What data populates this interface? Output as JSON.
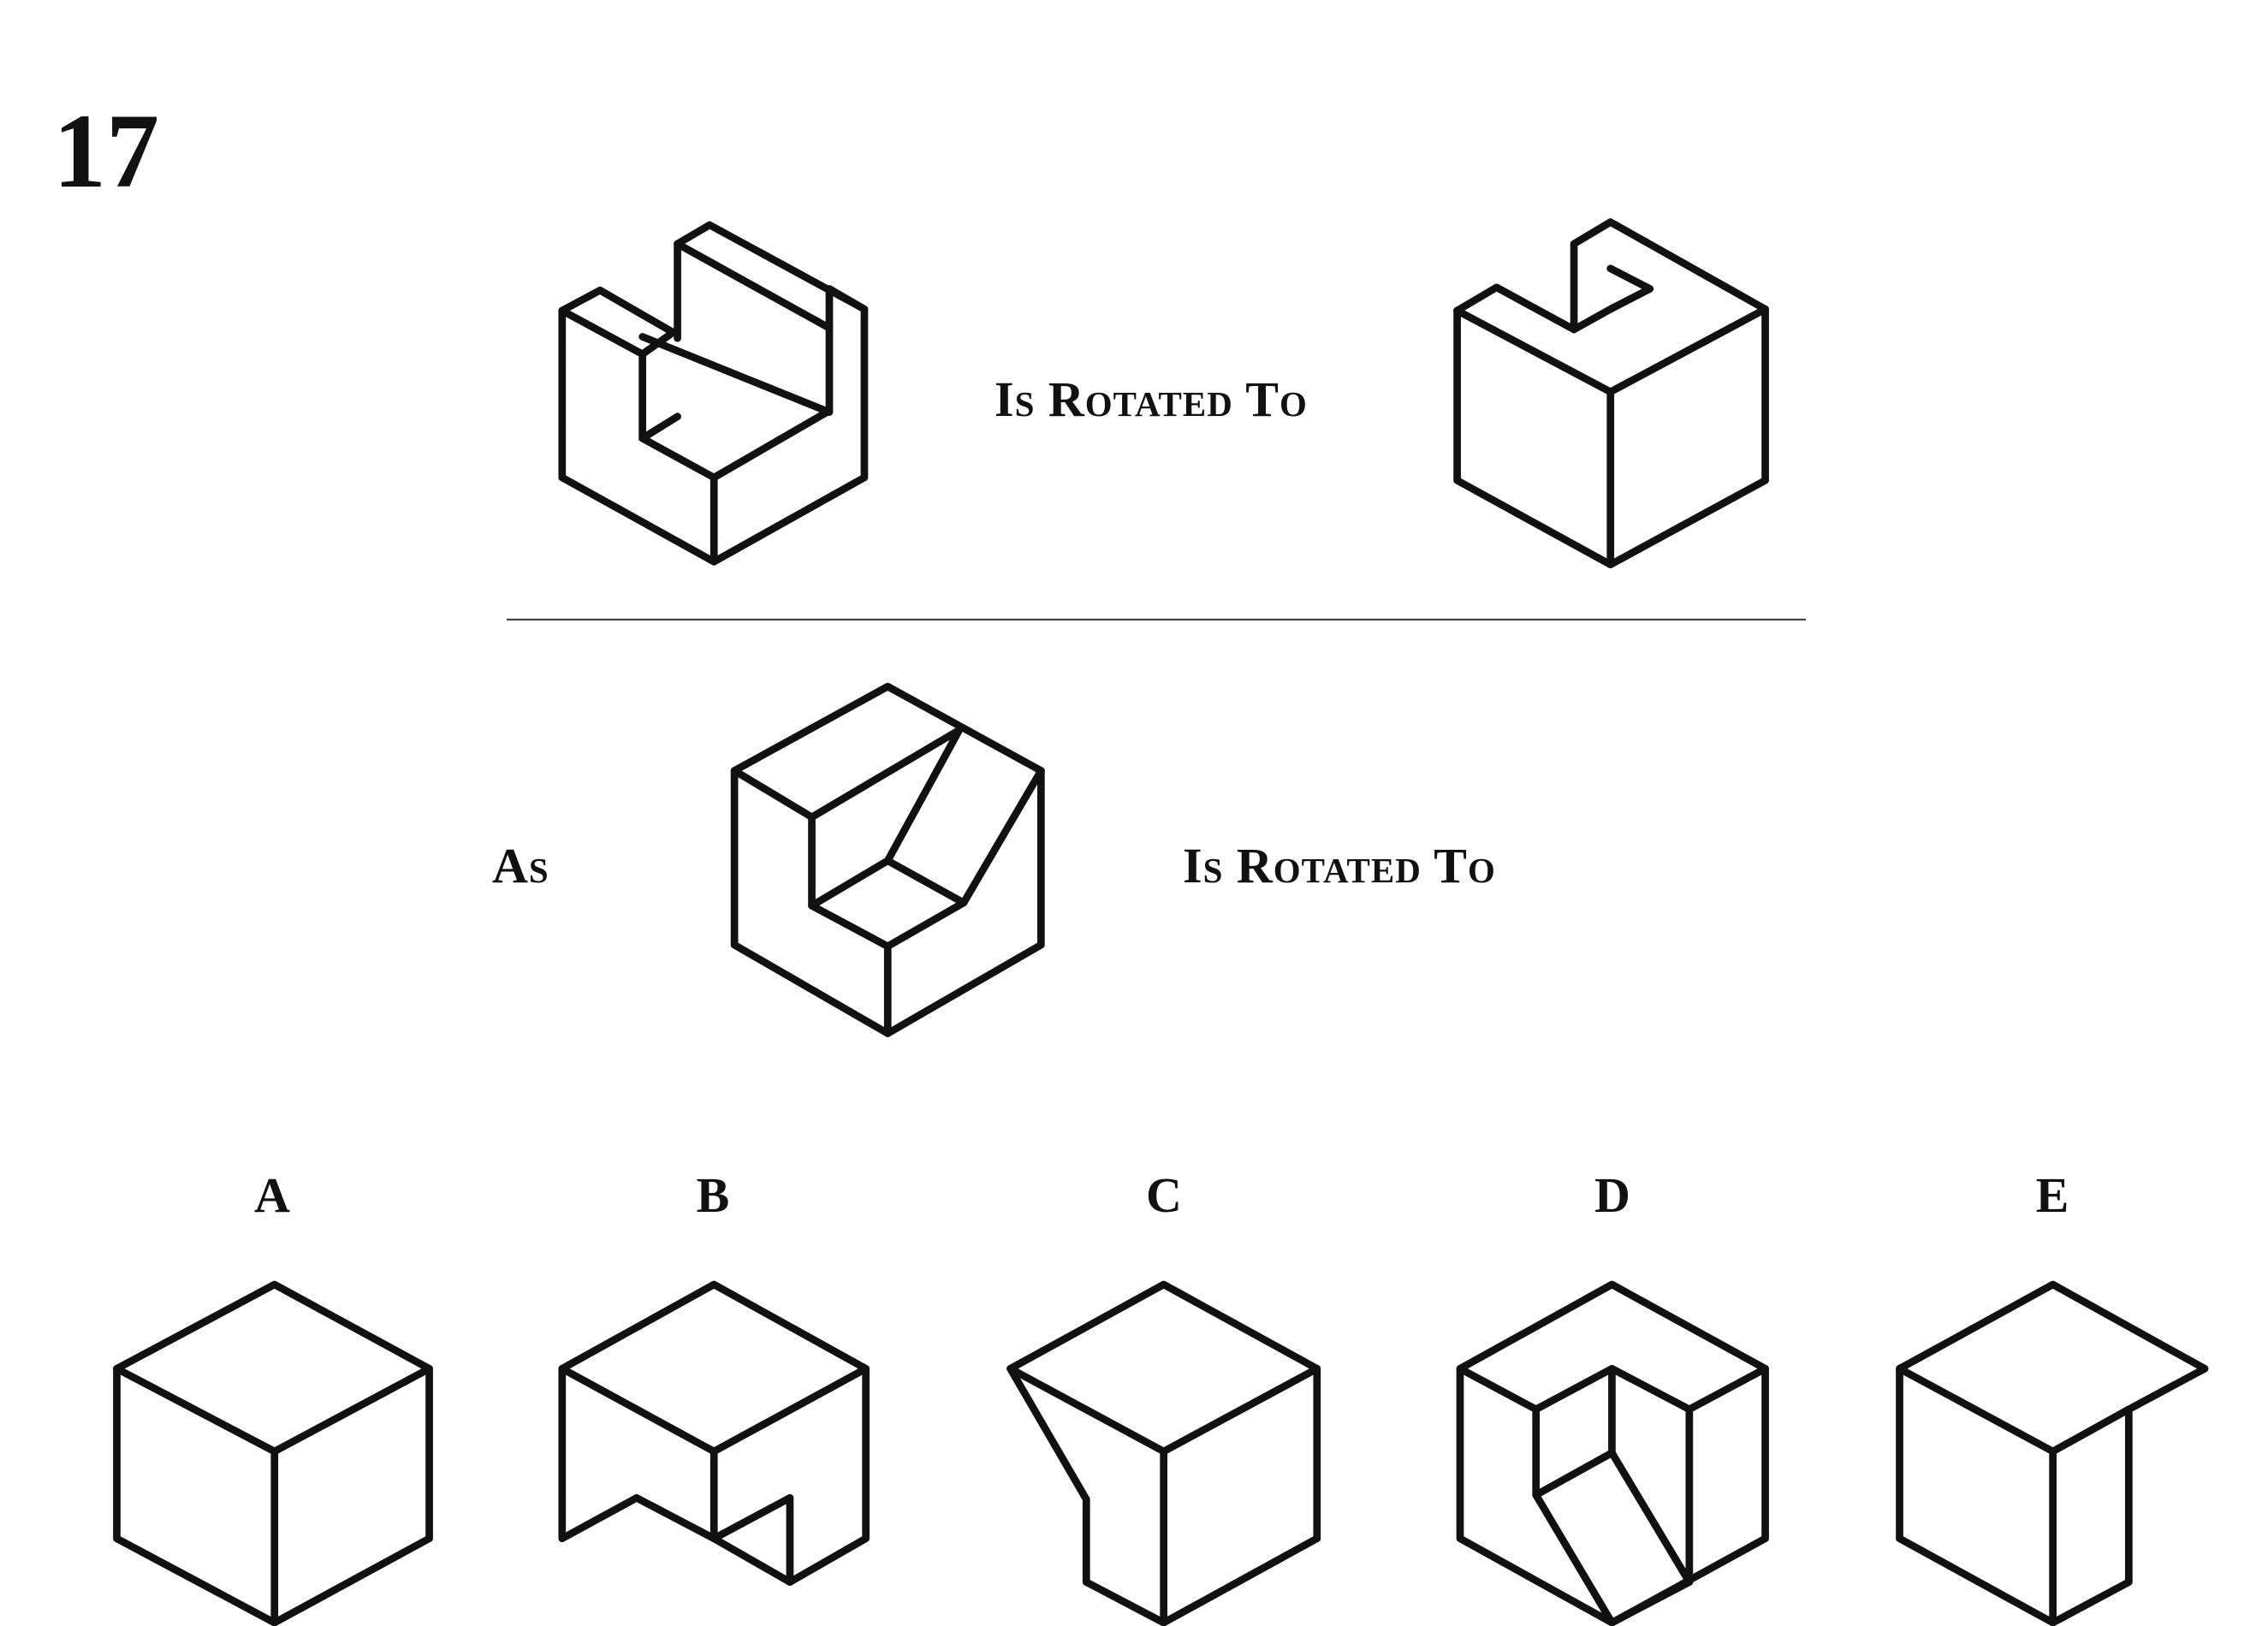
{
  "question": {
    "number": "17"
  },
  "example": {
    "phrase": "Is Rotated To"
  },
  "problem": {
    "prefix": "As",
    "phrase": "Is Rotated To"
  },
  "options": [
    {
      "label": "A"
    },
    {
      "label": "B"
    },
    {
      "label": "C"
    },
    {
      "label": "D"
    },
    {
      "label": "E"
    }
  ]
}
